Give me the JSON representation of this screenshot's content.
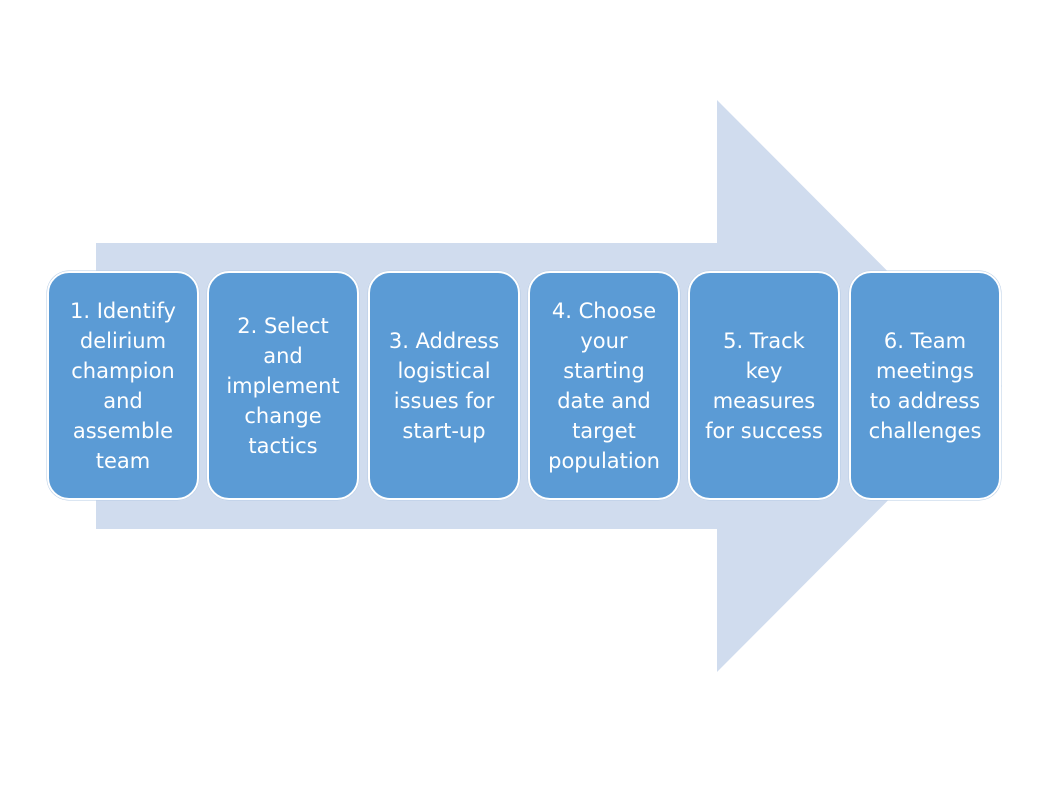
{
  "diagram": {
    "arrow_color": "#d0dcee",
    "box_color": "#5b9bd5",
    "box_text_color": "#ffffff",
    "steps": [
      {
        "label": "1. Identify\ndelirium\nchampion\nand\nassemble\nteam"
      },
      {
        "label": "2. Select\nand\nimplement\nchange\ntactics"
      },
      {
        "label": "3. Address\nlogistical\nissues for\nstart-up"
      },
      {
        "label": "4. Choose\nyour\nstarting\ndate and\ntarget\npopulation"
      },
      {
        "label": "5. Track\nkey\nmeasures\nfor success"
      },
      {
        "label": "6. Team\nmeetings\nto address\nchallenges"
      }
    ]
  }
}
